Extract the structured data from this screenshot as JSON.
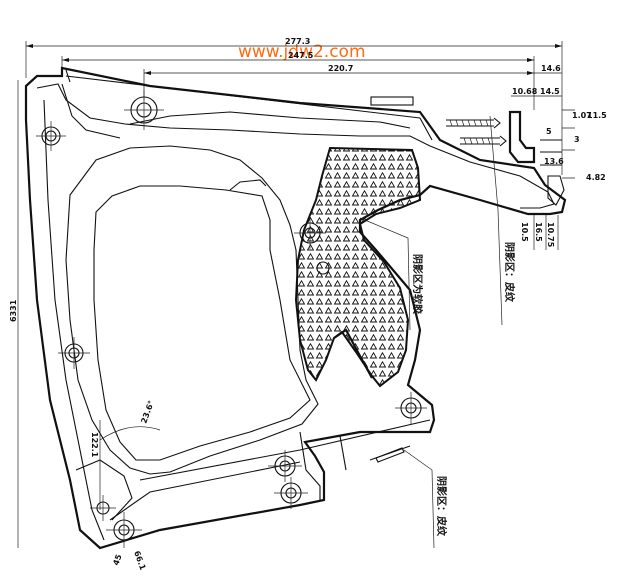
{
  "watermark": "www.jdw2.com",
  "dimensions": {
    "overall_width": "277.3",
    "inner_width": "247.5",
    "top_width": "220.7",
    "right_offset": "14.6",
    "flange_width": "14.5",
    "flange_gap": "10.68",
    "height_left": "6331",
    "d1": "1.07",
    "d2": "11.5",
    "d3": "5",
    "d4": "3",
    "d5": "4.82",
    "d6": "13.6",
    "d7": "10.75",
    "d8": "16.5",
    "d9": "10.5",
    "angle": "23.6°",
    "bottom_d1": "122.1",
    "bottom_d2": "45",
    "bottom_d3": "66.1"
  },
  "notes": {
    "note1": "阴影区：皮纹",
    "note2": "阴影区为软胶",
    "note3": "阴影区：皮纹"
  }
}
